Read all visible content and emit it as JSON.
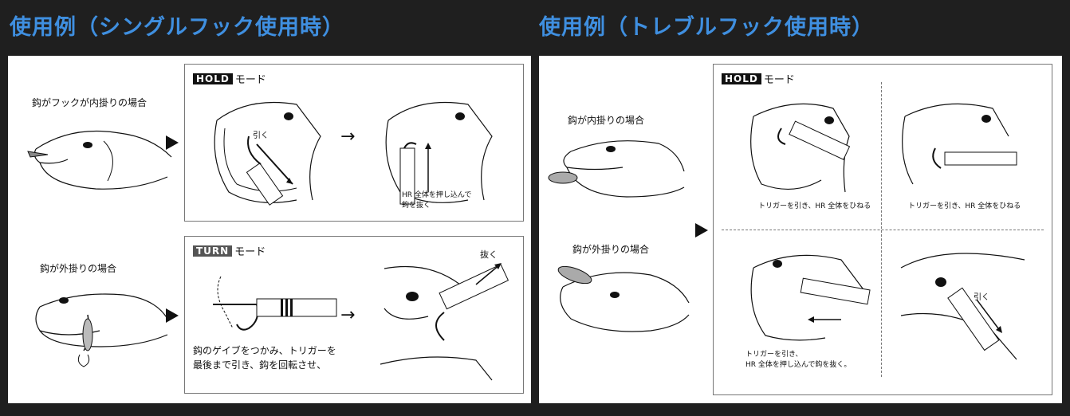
{
  "left": {
    "heading": "使用例（シングルフック使用時）",
    "case_inner": "鈎がフックが内掛りの場合",
    "case_outer": "鈎が外掛りの場合",
    "hold": {
      "tag": "HOLD",
      "mode": "モード",
      "pull": "引く",
      "note": "HR 全体を押し込んで\n鈎を抜く"
    },
    "turn": {
      "tag": "TURN",
      "mode": "モード",
      "pull": "抜く",
      "note": "鈎のゲイブをつかみ、トリガーを\n最後まで引き、鈎を回転させ、"
    },
    "next_arrow": "→"
  },
  "right": {
    "heading": "使用例（トレブルフック使用時）",
    "case_inner": "鈎が内掛りの場合",
    "case_outer": "鈎が外掛りの場合",
    "hold": {
      "tag": "HOLD",
      "mode": "モード"
    },
    "cap1": "トリガーを引き、HR 全体をひねる",
    "cap2": "トリガーを引き、HR 全体をひねる",
    "cap3": "トリガーを引き、\nHR 全体を押し込んで鈎を抜く。",
    "pull": "引く"
  },
  "colors": {
    "heading": "#3f8fe0",
    "background": "#1f1f1f",
    "panel": "#ffffff",
    "ink": "#111111"
  }
}
